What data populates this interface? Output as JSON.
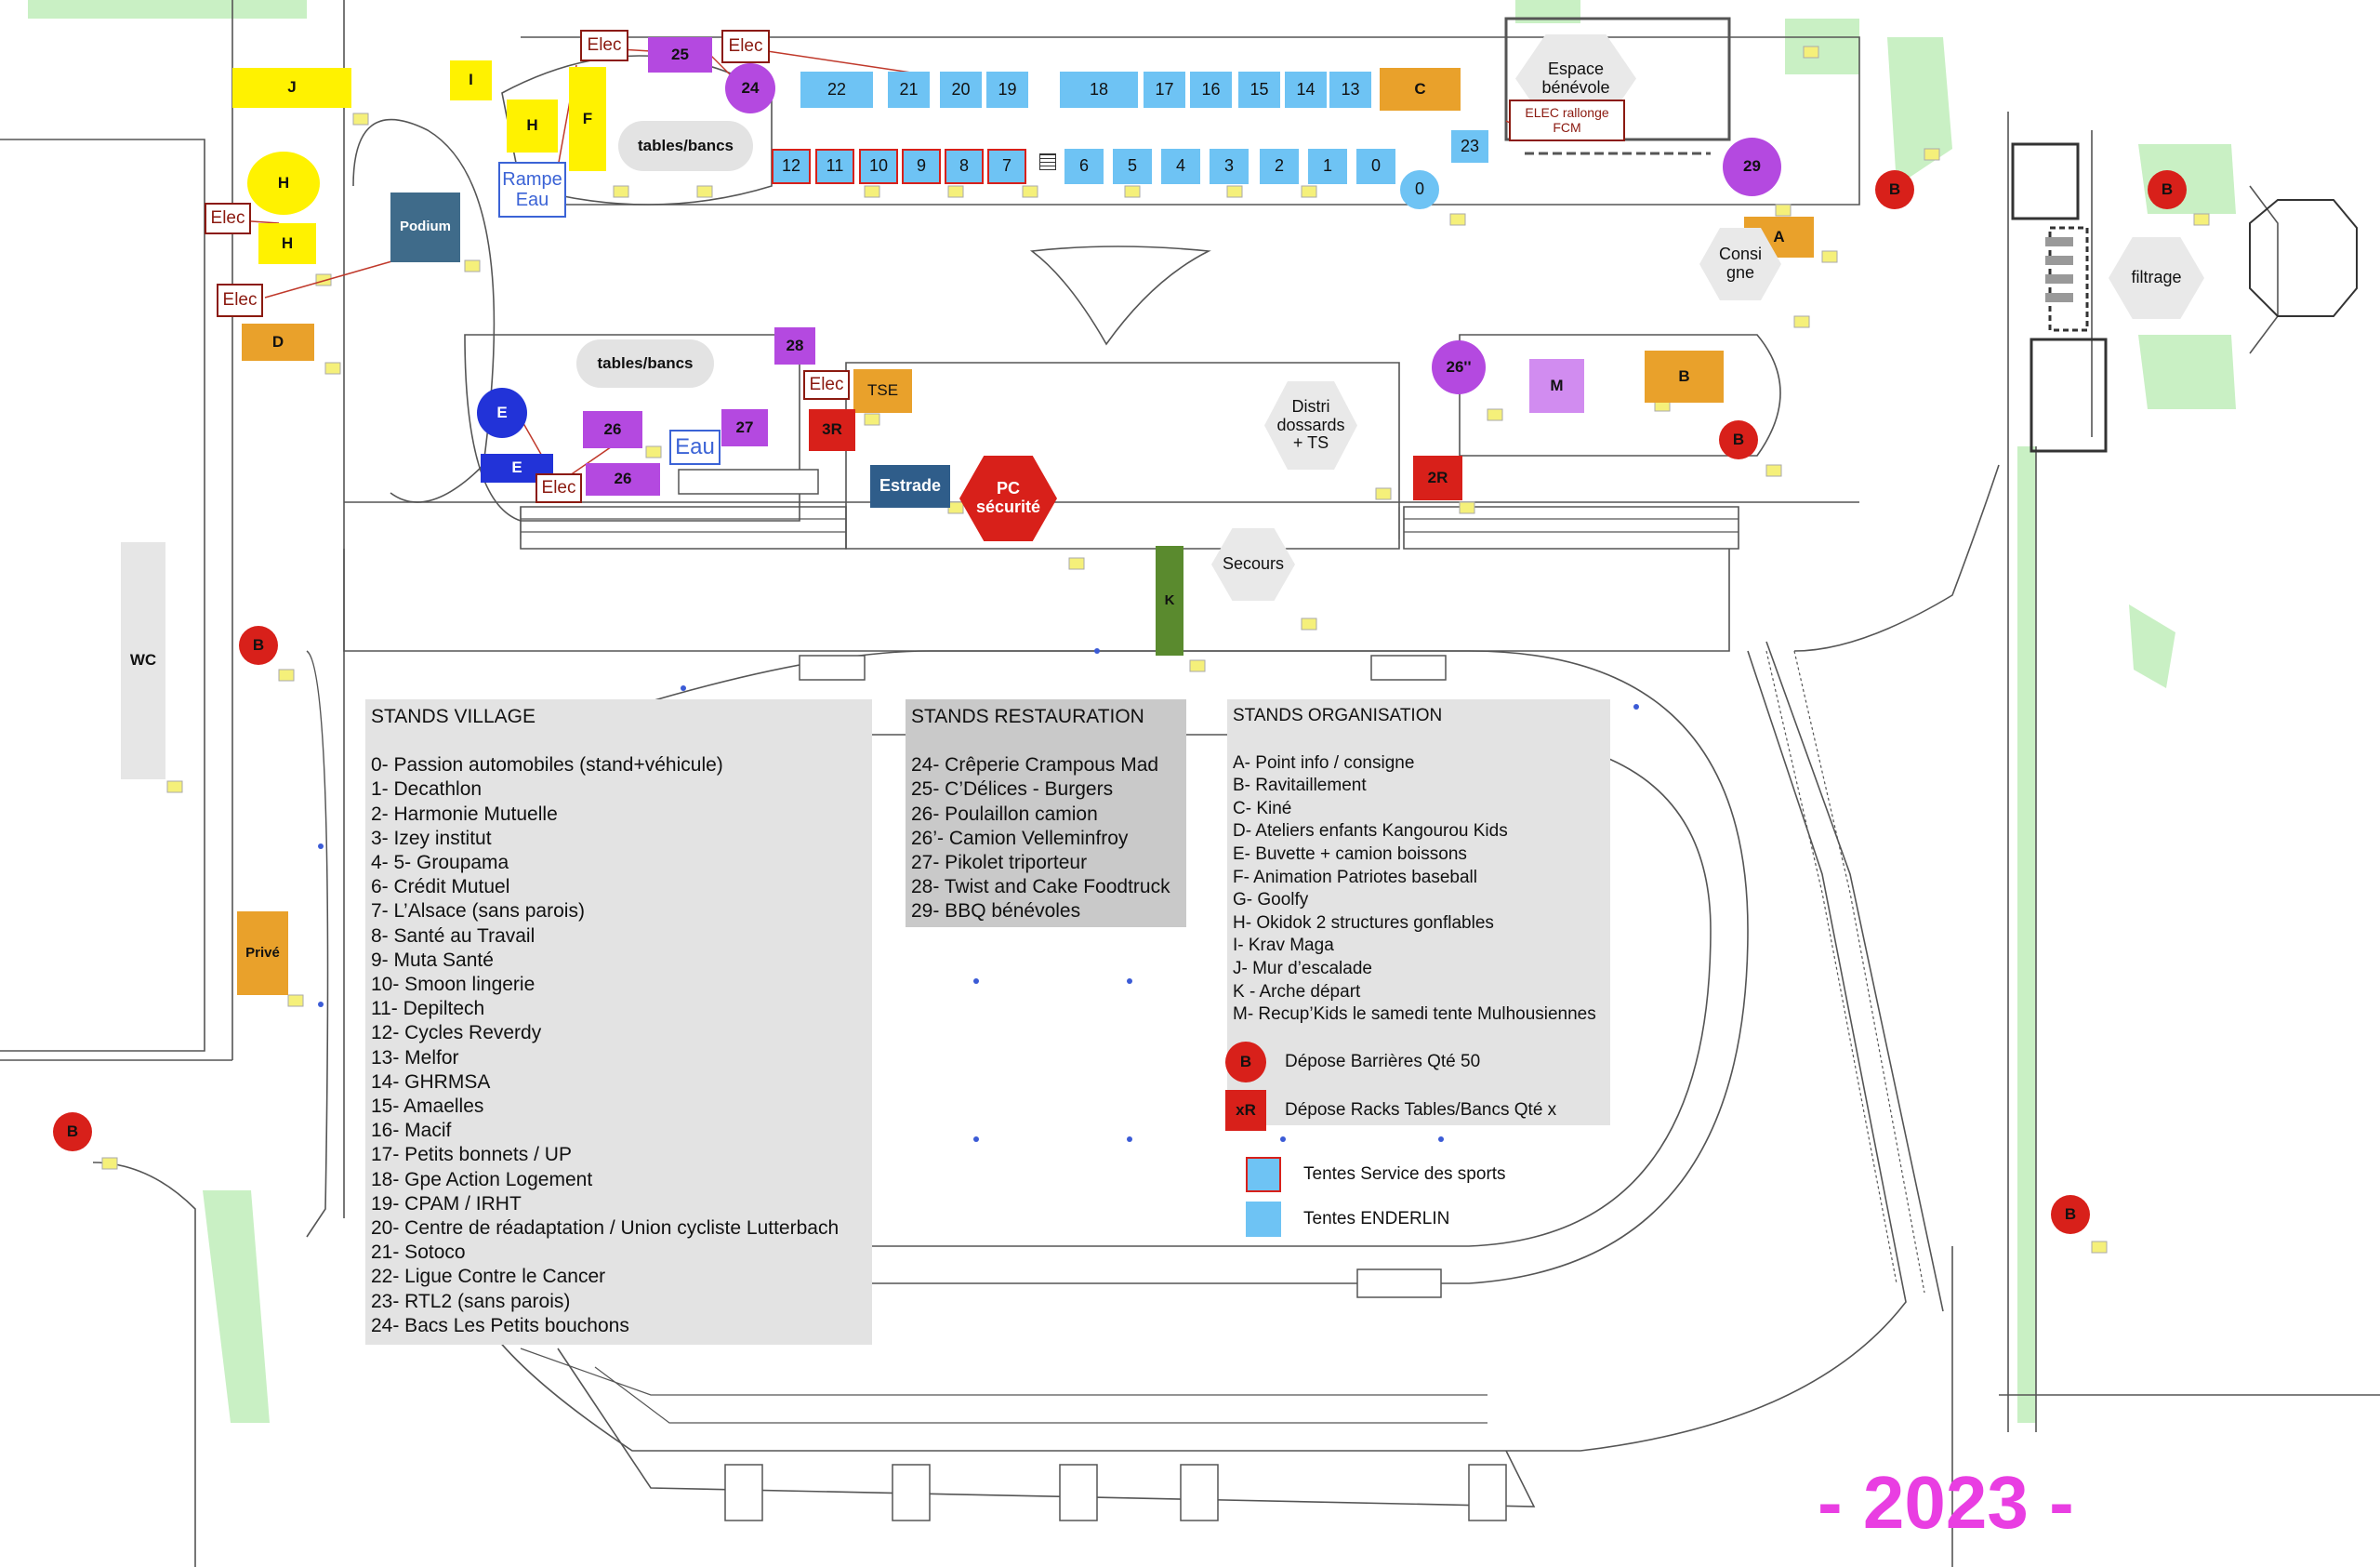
{
  "year": "- 2023 -",
  "colors": {
    "tent_blue": "#6ec3f4",
    "yellow": "#fff200",
    "orange": "#e9a12b",
    "purple": "#b449e0",
    "red": "#d8201a",
    "teal": "#3f6b8a",
    "green": "#5a8a2e",
    "pink": "#e93ee2"
  },
  "zones": {
    "espace_benevole": "Espace bénévole",
    "elec_rallonge": "ELEC rallonge FCM",
    "tables_bancs_1": "tables/bancs",
    "tables_bancs_2": "tables/bancs",
    "rampe_eau": "Rampe Eau",
    "eau": "Eau",
    "podium": "Podium",
    "wc": "WC",
    "prive": "Privé",
    "estrade": "Estrade",
    "pc_securite": "PC sécurité",
    "distri": "Distri dossards + TS",
    "secours": "Secours",
    "consigne": "Consi gne",
    "filtrage": "filtrage",
    "tse": "TSE",
    "elec": "Elec"
  },
  "map_labels": {
    "t0": "0",
    "t1": "1",
    "t2": "2",
    "t3": "3",
    "t4": "4",
    "t5": "5",
    "t6": "6",
    "t7": "7",
    "t8": "8",
    "t9": "9",
    "t10": "10",
    "t11": "11",
    "t12": "12",
    "t13": "13",
    "t14": "14",
    "t15": "15",
    "t16": "16",
    "t17": "17",
    "t18": "18",
    "t19": "19",
    "t20": "20",
    "t21": "21",
    "t22": "22",
    "t23": "23",
    "s24": "24",
    "s25": "25",
    "s26a": "26",
    "s26b": "26",
    "s26p": "26''",
    "s27": "27",
    "s28": "28",
    "s29": "29",
    "A": "A",
    "B": "B",
    "C": "C",
    "D": "D",
    "E": "E",
    "F": "F",
    "H": "H",
    "I": "I",
    "J": "J",
    "K": "K",
    "M": "M",
    "r3": "3R",
    "r2": "2R"
  },
  "village": {
    "title": "STANDS VILLAGE",
    "items": [
      "0- Passion automobiles (stand+véhicule)",
      "1- Decathlon",
      "2- Harmonie Mutuelle",
      "3- Izey institut",
      "4- 5- Groupama",
      "6- Crédit Mutuel",
      "7- L’Alsace (sans parois)",
      "8- Santé au Travail",
      "9- Muta Santé",
      "10- Smoon lingerie",
      "11- Depiltech",
      "12- Cycles Reverdy",
      "13- Melfor",
      "14- GHRMSA",
      "15- Amaelles",
      "16- Macif",
      "17- Petits bonnets / UP",
      "18- Gpe Action Logement",
      "19- CPAM / IRHT",
      "20- Centre de réadaptation / Union cycliste Lutterbach",
      "21- Sotoco",
      "22- Ligue Contre le Cancer",
      "23- RTL2 (sans parois)",
      "24- Bacs Les Petits bouchons"
    ]
  },
  "restauration": {
    "title": "STANDS RESTAURATION",
    "items": [
      "24- Crêperie Crampous Mad",
      "25- C’Délices - Burgers",
      "26- Poulaillon camion",
      "26’- Camion Velleminfroy",
      "27- Pikolet triporteur",
      "28- Twist and Cake Foodtruck",
      "29- BBQ bénévoles"
    ]
  },
  "organisation": {
    "title": "STANDS ORGANISATION",
    "items": [
      "A- Point info / consigne",
      "B- Ravitaillement",
      "C- Kiné",
      "D-  Ateliers enfants Kangourou Kids",
      "E- Buvette + camion boissons",
      "F- Animation Patriotes baseball",
      "G- Goolfy",
      "H- Okidok 2 structures gonflables",
      "I- Krav Maga",
      "J- Mur d’escalade",
      "K - Arche départ",
      "M- Recup’Kids le samedi tente Mulhousiennes"
    ]
  },
  "legend": {
    "b_icon": "B",
    "b_text": "Dépose Barrières Qté 50",
    "xr_icon": "xR",
    "xr_text": "Dépose Racks Tables/Bancs Qté x",
    "tent_sports": "Tentes Service des sports",
    "tent_enderlin": "Tentes ENDERLIN"
  }
}
